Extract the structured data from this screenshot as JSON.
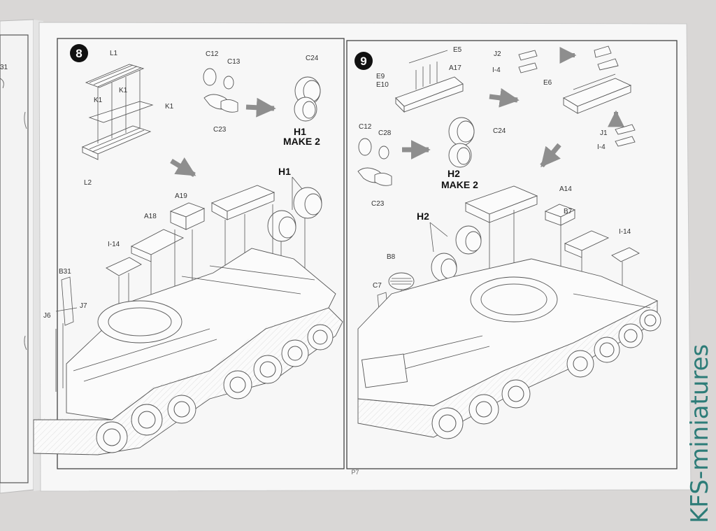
{
  "step8": {
    "number": "8",
    "labels": {
      "L1": "L1",
      "K1a": "K1",
      "K1b": "K1",
      "K1c": "K1",
      "L2": "L2",
      "C12": "C12",
      "C13": "C13",
      "C23": "C23",
      "C24": "C24",
      "A19": "A19",
      "A18": "A18",
      "I14": "I-14",
      "B31": "B31",
      "J7": "J7",
      "J6": "J6"
    },
    "sub_title": "H1",
    "make_text": "MAKE 2",
    "callout": "H1"
  },
  "step9": {
    "number": "9",
    "labels": {
      "E5": "E5",
      "E9": "E9",
      "E10": "E10",
      "A17": "A17",
      "J2": "J2",
      "I4a": "I-4",
      "E6": "E6",
      "J1": "J1",
      "I4b": "I-4",
      "C12": "C12",
      "C28": "C28",
      "C24": "C24",
      "C23": "C23",
      "A14": "A14",
      "B7": "B7",
      "I14": "I-14",
      "B8": "B8",
      "C7": "C7"
    },
    "sub_title": "H2",
    "make_text": "MAKE 2",
    "callout": "H2"
  },
  "left_page": {
    "fragment_label": "31"
  },
  "page_number": "P7",
  "watermark": "KFS-miniatures",
  "colors": {
    "paper": "#f7f7f7",
    "background": "#d9d7d6",
    "watermark": "#2d7c78",
    "arrow": "#8e8e8e"
  }
}
